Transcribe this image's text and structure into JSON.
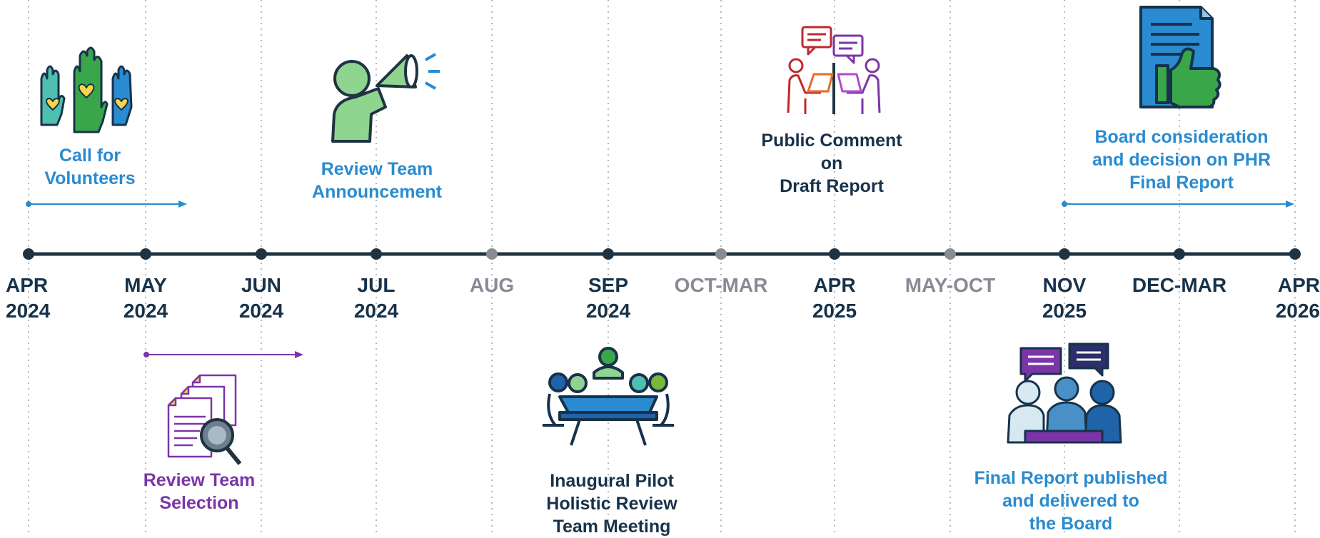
{
  "colors": {
    "axis": "#1f3341",
    "grid": "#9aa3aa",
    "month_active": "#17324a",
    "month_muted": "#8a8a95",
    "blue": "#2a8bd0",
    "purple": "#7b35a8",
    "navy": "#17324a",
    "green": "#8fd48f",
    "dark_green": "#3aa64a"
  },
  "months": [
    {
      "label": "APR",
      "year": "2024",
      "muted": false
    },
    {
      "label": "MAY",
      "year": "2024",
      "muted": false
    },
    {
      "label": "JUN",
      "year": "2024",
      "muted": false
    },
    {
      "label": "JUL",
      "year": "2024",
      "muted": false
    },
    {
      "label": "AUG",
      "year": "",
      "muted": true
    },
    {
      "label": "SEP",
      "year": "2024",
      "muted": false
    },
    {
      "label": "OCT-MAR",
      "year": "",
      "muted": true
    },
    {
      "label": "APR",
      "year": "2025",
      "muted": false
    },
    {
      "label": "MAY-OCT",
      "year": "",
      "muted": true
    },
    {
      "label": "NOV",
      "year": "2025",
      "muted": false
    },
    {
      "label": "DEC-MAR",
      "year": "",
      "muted": false
    },
    {
      "label": "APR",
      "year": "2026",
      "muted": false
    }
  ],
  "milestones": {
    "call_for_volunteers": {
      "lines": [
        "Call for",
        "Volunteers"
      ],
      "icon": "raised-hands-icon"
    },
    "review_team_announcement": {
      "lines": [
        "Review Team",
        "Announcement"
      ],
      "icon": "megaphone-person-icon"
    },
    "public_comment": {
      "lines": [
        "Public Comment",
        "on",
        "Draft Report"
      ],
      "icon": "discussion-people-icon"
    },
    "board_consideration": {
      "lines": [
        "Board consideration",
        "and decision on PHR",
        "Final Report"
      ],
      "icon": "document-thumbs-up-icon"
    },
    "review_team_selection": {
      "lines": [
        "Review Team",
        "Selection"
      ],
      "icon": "documents-magnifier-icon"
    },
    "inaugural_meeting": {
      "lines": [
        "Inaugural Pilot",
        "Holistic Review",
        "Team Meeting"
      ],
      "icon": "meeting-table-icon"
    },
    "final_report_published": {
      "lines": [
        "Final Report published",
        "and delivered to",
        "the Board"
      ],
      "icon": "group-chat-icon"
    }
  }
}
